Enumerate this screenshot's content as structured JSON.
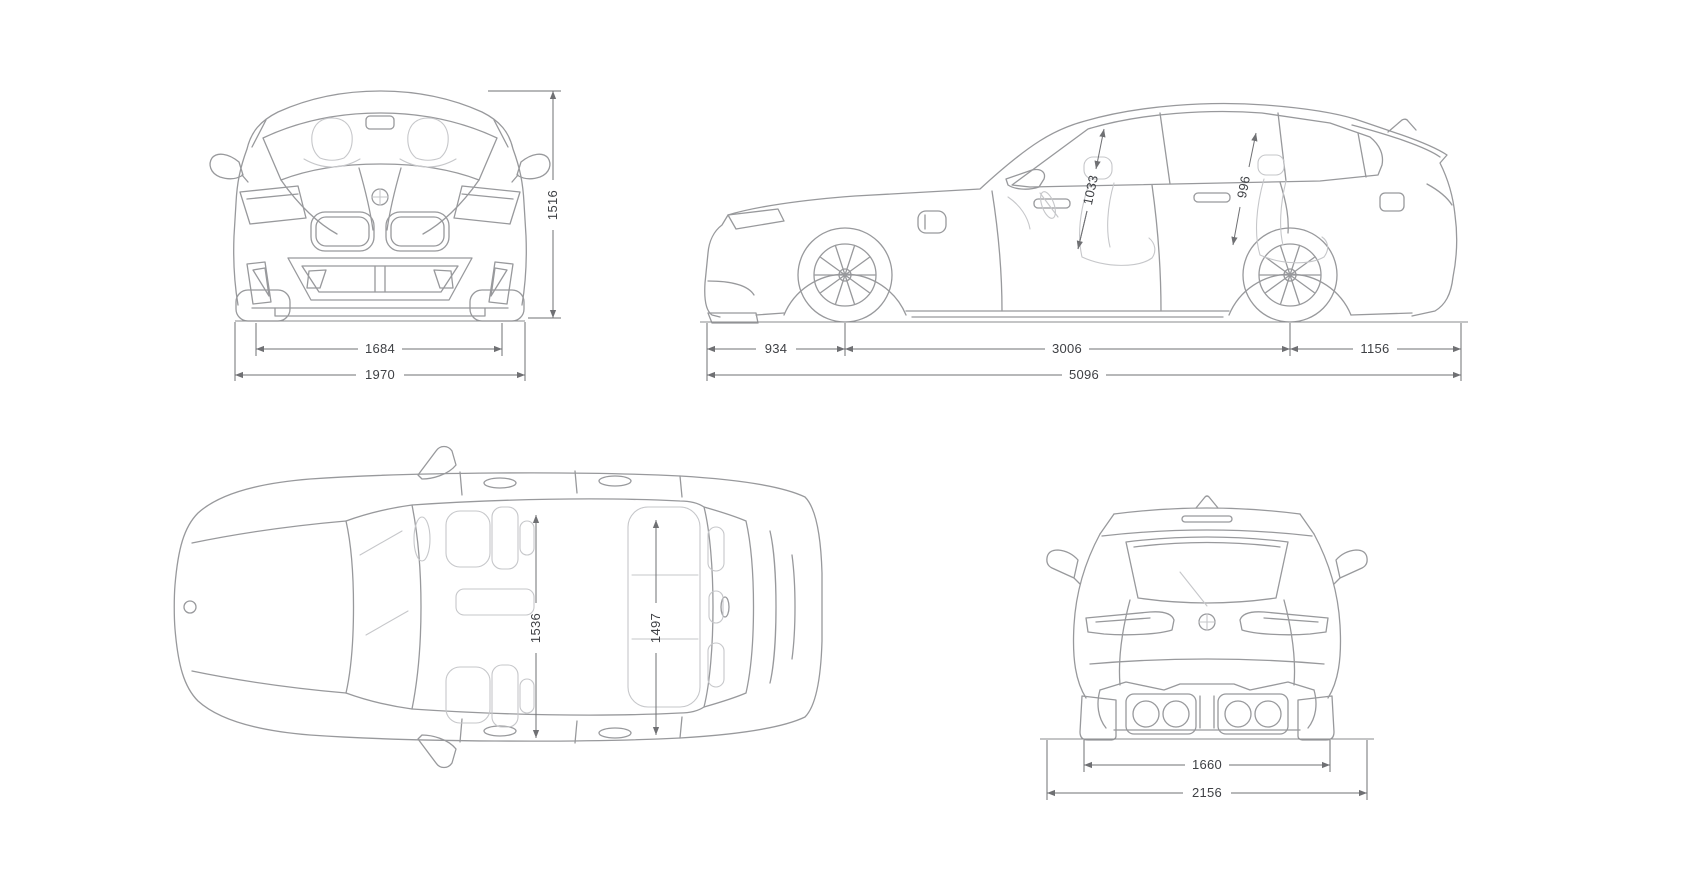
{
  "title": "Vehicle technical dimensions blueprint (mm)",
  "style": {
    "background": "#ffffff",
    "car_line_color": "#98999c",
    "interior_line_color": "#c6c7ca",
    "dimension_line_color": "#6f7073",
    "dimension_text_color": "#3f4145"
  },
  "views": {
    "front": {
      "name": "front-view",
      "dims": {
        "height": "1516",
        "track_front": "1684",
        "body_width": "1970"
      }
    },
    "side": {
      "name": "side-view",
      "dims": {
        "headroom_front": "1033",
        "headroom_rear": "996",
        "overhang_front": "934",
        "wheelbase": "3006",
        "overhang_rear": "1156",
        "length": "5096"
      }
    },
    "top": {
      "name": "top-view",
      "dims": {
        "interior_width_front": "1536",
        "interior_width_rear": "1497"
      }
    },
    "rear": {
      "name": "rear-view",
      "dims": {
        "track_rear": "1660",
        "width_incl_mirrors": "2156"
      }
    }
  }
}
